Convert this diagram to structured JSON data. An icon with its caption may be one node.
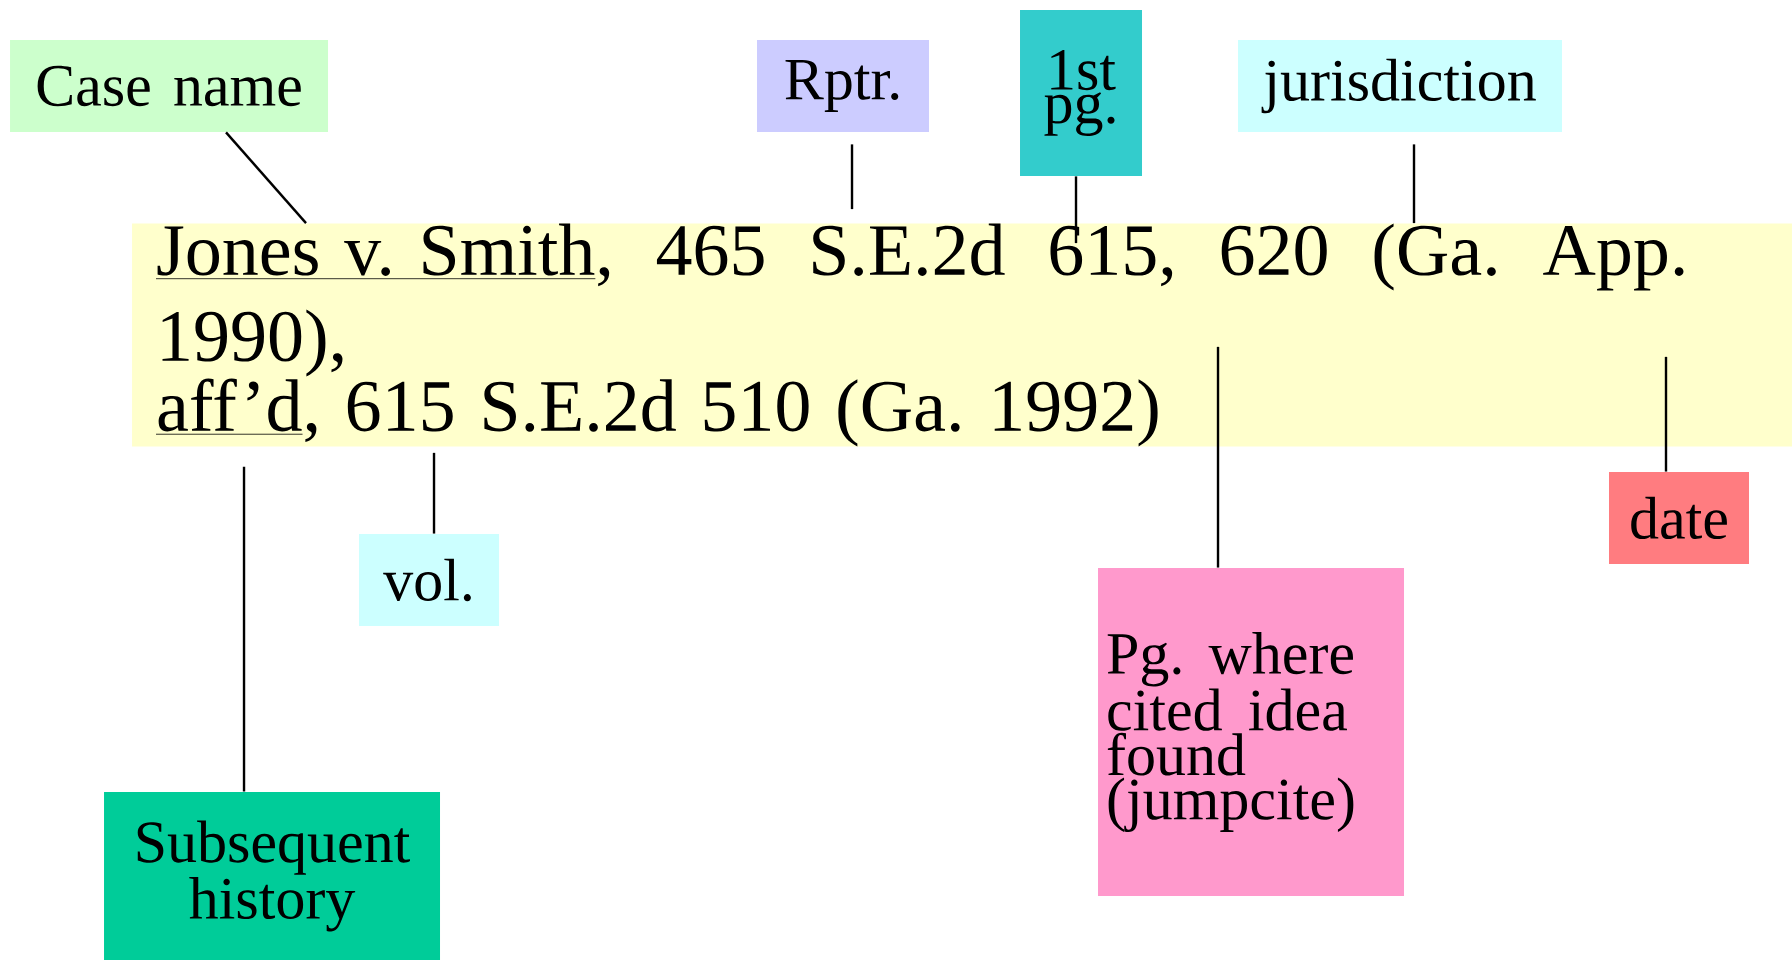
{
  "diagram": {
    "nodes": [
      {
        "text": [
          "Case name"
        ]
      },
      {
        "text": [
          "Rptr."
        ]
      },
      {
        "text": [
          "1st pg."
        ]
      },
      {
        "text": [
          "jurisdiction"
        ]
      },
      {
        "text": [
          "Jones v. Smith",
          ", 465 S.E.2d 615, 620 (Ga. App. 1990),",
          "aff’d",
          ", 615 S.E.2d 510 (Ga. 1992)"
        ]
      },
      {
        "text": [
          "date"
        ]
      },
      {
        "text": [
          "vol."
        ]
      },
      {
        "text": [
          "Pg. where cited idea found (jumpcite)"
        ]
      },
      {
        "text": [
          "Subsequent history"
        ]
      }
    ],
    "edges": [
      {
        "from": 0,
        "to": 4,
        "arrow": "none"
      },
      {
        "from": 1,
        "to": 4,
        "arrow": "none"
      },
      {
        "from": 2,
        "to": 4,
        "arrow": "none"
      },
      {
        "from": 3,
        "to": 4,
        "arrow": "none"
      },
      {
        "from": 5,
        "to": 4,
        "arrow": "none"
      },
      {
        "from": 6,
        "to": 4,
        "arrow": "none"
      },
      {
        "from": 7,
        "to": 4,
        "arrow": "none"
      },
      {
        "from": 8,
        "to": 4,
        "arrow": "none"
      }
    ]
  }
}
